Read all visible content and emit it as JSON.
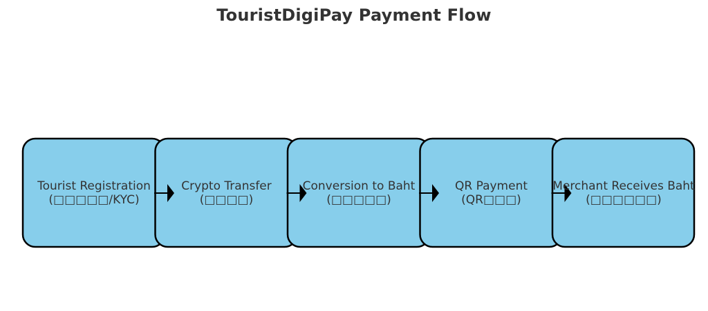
{
  "title": "TouristDigiPay Payment Flow",
  "colors": {
    "box_fill": "#87ceeb",
    "box_stroke": "#000000",
    "text": "#333333",
    "arrow": "#000000"
  },
  "steps": [
    {
      "line1": "Tourist Registration",
      "line2": "(□□□□□/KYC)"
    },
    {
      "line1": "Crypto Transfer",
      "line2": "(□□□□)"
    },
    {
      "line1": "Conversion to Baht",
      "line2": "(□□□□□)"
    },
    {
      "line1": "QR Payment",
      "line2": "(QR□□□)"
    },
    {
      "line1": "Merchant Receives Baht",
      "line2": "(□□□□□□)"
    }
  ]
}
